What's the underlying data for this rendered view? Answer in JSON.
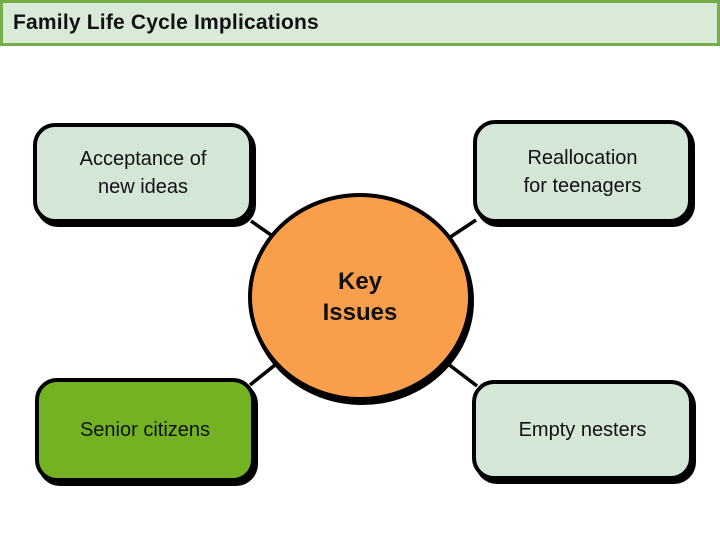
{
  "slide": {
    "title": "Family Life Cycle Implications"
  },
  "center": {
    "label": "Key\nIssues"
  },
  "nodes": [
    {
      "id": "acceptance-of-new-ideas",
      "label": "Acceptance of\nnew ideas"
    },
    {
      "id": "reallocation-for-teenagers",
      "label": "Reallocation\nfor teenagers"
    },
    {
      "id": "senior-citizens",
      "label": "Senior citizens"
    },
    {
      "id": "empty-nesters",
      "label": "Empty nesters"
    }
  ],
  "colors": {
    "background": "#ffffff",
    "title_bar_fill": "#d9ead9",
    "title_bar_border": "#76ad49",
    "node_fill_light": "#d4e7d7",
    "node_fill_dark": "#73b223",
    "ellipse_fill": "#f99f4b",
    "outline": "#000000",
    "text": "#111111"
  }
}
